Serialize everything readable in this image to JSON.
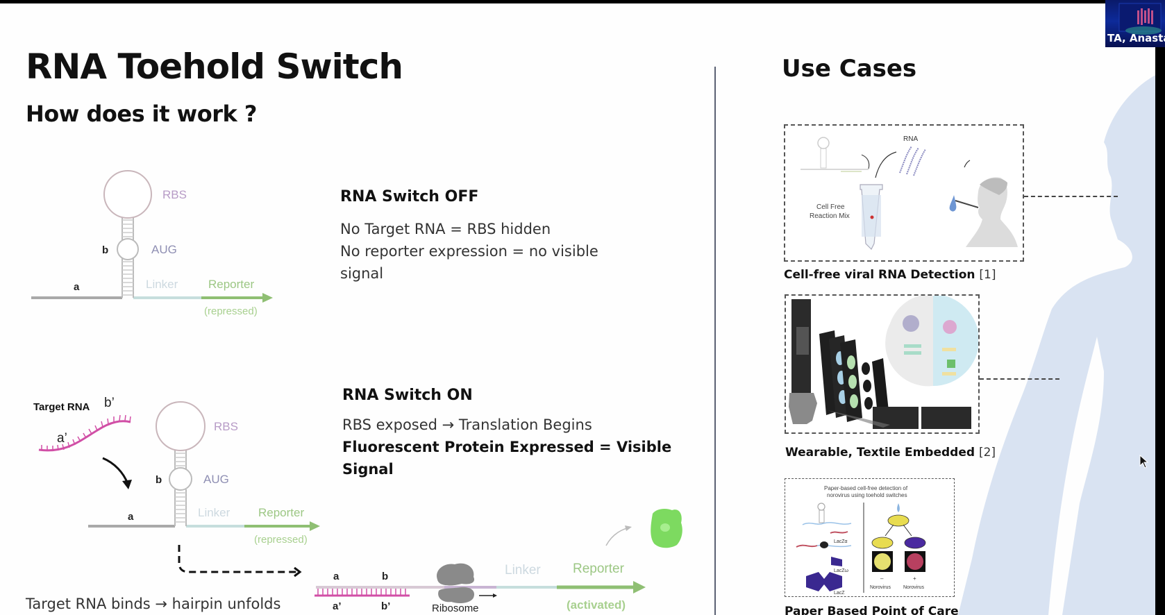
{
  "slide": {
    "title": "RNA Toehold Switch",
    "subtitle": "How does it work ?",
    "off_state": {
      "heading": "RNA Switch OFF",
      "lines": [
        "No Target RNA = RBS hidden",
        "No reporter expression = no visible",
        "signal"
      ]
    },
    "on_state": {
      "heading": "RNA Switch ON",
      "line1": "RBS exposed → Translation Begins",
      "line2": "Fluorescent Protein Expressed = Visible",
      "line3": "Signal"
    },
    "bottom_caption": "Target RNA binds → hairpin unfolds",
    "diagram_labels": {
      "rbs": "RBS",
      "aug": "AUG",
      "a": "a",
      "b": "b",
      "a_prime": "a’",
      "b_prime": "b’",
      "linker": "Linker",
      "reporter": "Reporter",
      "repressed": "(repressed)",
      "activated": "(activated)",
      "target_rna": "Target RNA",
      "ribosome": "Ribosome"
    },
    "use_cases": {
      "title": "Use Cases",
      "items": [
        {
          "caption": "Cell-free viral RNA Detection",
          "ref": "[1]",
          "image_labels": [
            "RNA",
            "Cell Free",
            "Reaction Mix"
          ]
        },
        {
          "caption": "Wearable, Textile Embedded",
          "ref": "[2]"
        },
        {
          "caption": "Paper Based Point of Care",
          "image_labels": [
            "Paper-based cell-free detection of",
            "norovirus using toehold switches",
            "LacZα",
            "LacZω",
            "LacZ",
            "–",
            "+",
            "Norovirus",
            "Norovirus"
          ]
        }
      ]
    }
  },
  "video_tile": {
    "participant_name": "TA, Anasta"
  },
  "colors": {
    "target_rna": "#d14fa6",
    "reporter": "#8fbf73",
    "linker": "#bcd9d8",
    "rbs_label": "#b79bc6",
    "aug_label": "#8f8fb3",
    "fluorescent": "#6fd64f",
    "silhouette": "#d9e3f2"
  }
}
